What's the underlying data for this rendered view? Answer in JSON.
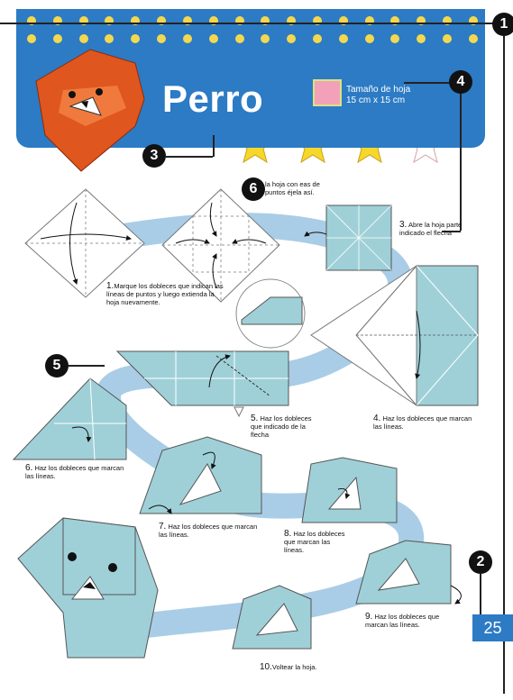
{
  "header": {
    "title": "Perro",
    "paper_size_label": "Tamaño de hoja",
    "paper_size_value": "15 cm x 15 cm",
    "difficulty_stars_filled": 3,
    "difficulty_stars_total": 4
  },
  "callouts": {
    "c1": "1",
    "c2": "2",
    "c3": "3",
    "c4": "4",
    "c5": "5",
    "c6": "6"
  },
  "page_number": "25",
  "steps": {
    "s1_num": "1.",
    "s1_text": "Marque los dobleces que indican las líneas de puntos y luego extienda la hoja nuevamente.",
    "s2_text": "la hoja con eas de puntos éjela así.",
    "s3_num": "3.",
    "s3_text": "Abre la hoja parte indicado el flecha",
    "s4_num": "4.",
    "s4_text": "Haz los dobleces que marcan las líneas.",
    "s5_num": "5.",
    "s5_text": "Haz los dobleces que indicado de la flecha",
    "s6_num": "6.",
    "s6_text": "Haz los dobleces que marcan las líneas.",
    "s7_num": "7.",
    "s7_text": "Haz los dobleces que marcan las líneas.",
    "s8_num": "8.",
    "s8_text": "Haz los dobleces que marcan las líneas.",
    "s9_num": "9.",
    "s9_text": "Haz los dobleces que marcan las líneas.",
    "s10_num": "10.",
    "s10_text": "Voltear la hoja."
  },
  "colors": {
    "banner": "#2c7bc4",
    "dots": "#f3d84f",
    "paper": "#9fd0d8",
    "path": "#a9cde6",
    "star": "#f6d72c",
    "dog_orange": "#e0561f"
  },
  "icons": [
    "origami-dog-icon",
    "star-icon",
    "paper-swatch-icon",
    "fold-arrow-icon"
  ]
}
